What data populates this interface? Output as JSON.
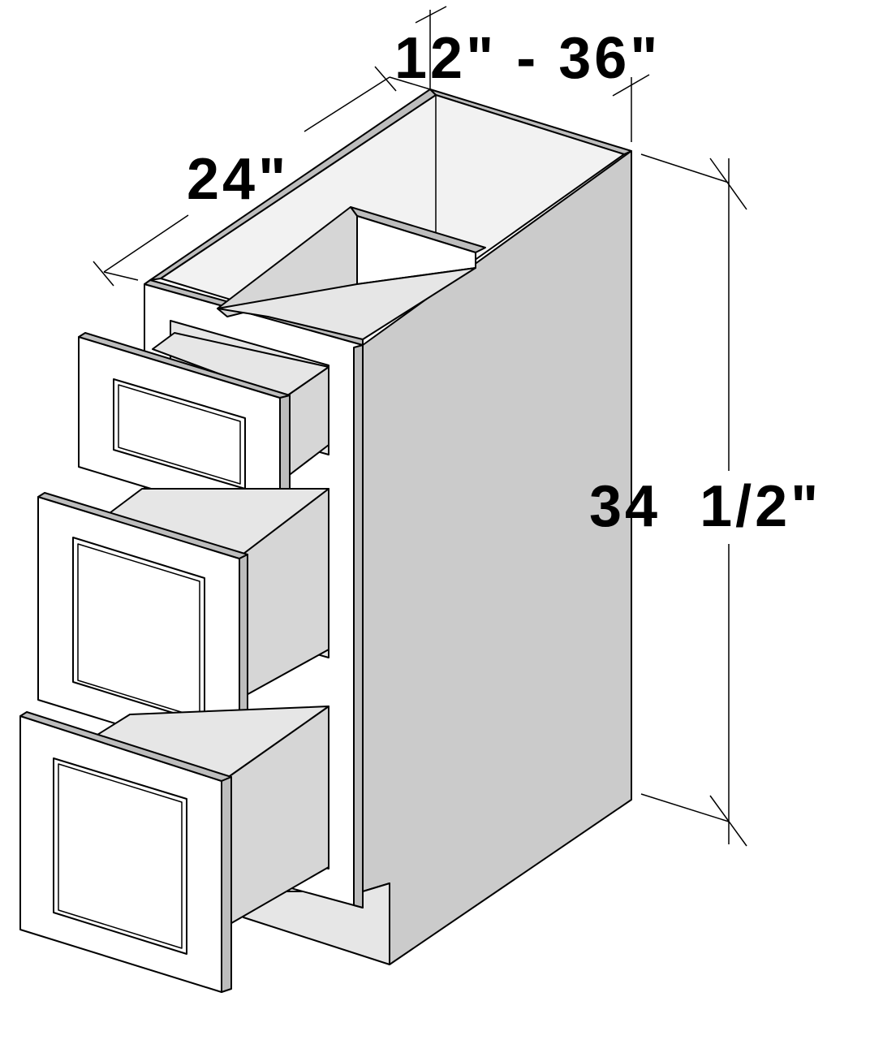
{
  "dimensions": {
    "width_label": "12\" - 36\"",
    "depth_label": "24\"",
    "height_label": "34  1/2\""
  },
  "colors": {
    "background": "#ffffff",
    "cabinet_side": "#cbcbcb",
    "cabinet_edge": "#bdbdbd",
    "drawer_face": "#ffffff",
    "drawer_box": "#d6d6d6",
    "interior": "#e6e6e6",
    "line": "#000000"
  },
  "drawers": [
    {
      "id": "top"
    },
    {
      "id": "middle"
    },
    {
      "id": "bottom"
    }
  ]
}
